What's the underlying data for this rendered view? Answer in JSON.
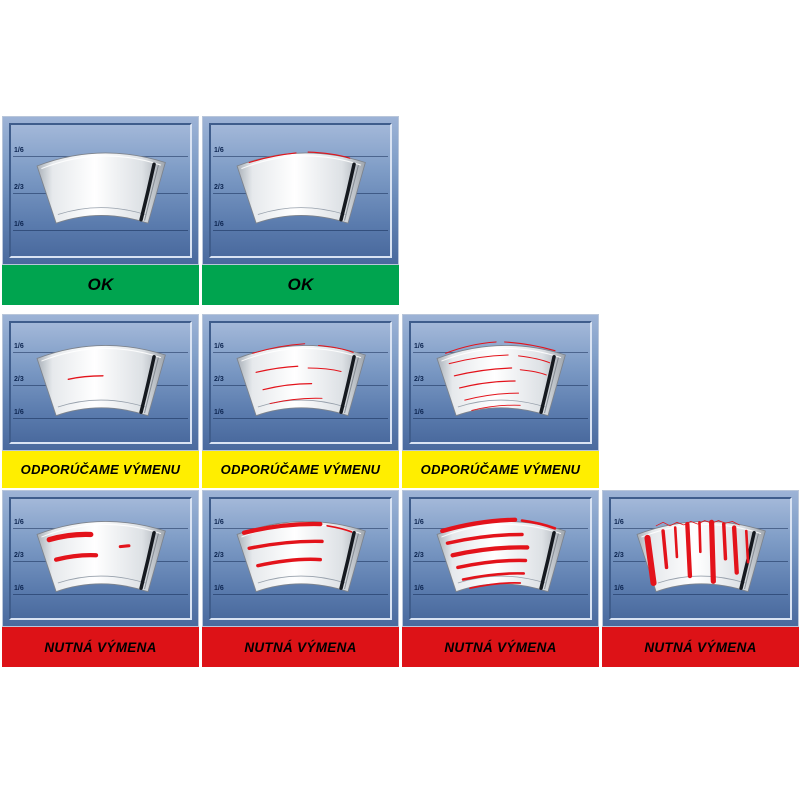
{
  "diagram": {
    "subject": "wiper-blade-wear-assessment-chart"
  },
  "panel_ticks": [
    "1/6",
    "2/3",
    "1/6"
  ],
  "statuses": {
    "ok": {
      "label": "OK",
      "color": "#00a44f"
    },
    "recommend": {
      "label": "ODPORÚČAME VÝMENU",
      "color": "#ffee00"
    },
    "required": {
      "label": "NUTNÁ VÝMENA",
      "color": "#dd1217"
    }
  },
  "colors": {
    "panel_blue_top": "#9db3d6",
    "panel_blue_bottom": "#4a6a9e",
    "wear_mark_red": "#e3131b",
    "wiper_blade_black": "#15191f",
    "sweep_silver": "#ffffff"
  },
  "cells": [
    {
      "position": "row1-col1",
      "status": "ok",
      "wear_level": "clean"
    },
    {
      "position": "row1-col2",
      "status": "ok",
      "wear_level": "faint streaks"
    },
    {
      "position": "row2-col1",
      "status": "recommend",
      "wear_level": "single streak"
    },
    {
      "position": "row2-col2",
      "status": "recommend",
      "wear_level": "several streaks"
    },
    {
      "position": "row2-col3",
      "status": "recommend",
      "wear_level": "many streaks"
    },
    {
      "position": "row3-col1",
      "status": "required",
      "wear_level": "heavy smears"
    },
    {
      "position": "row3-col2",
      "status": "required",
      "wear_level": "heavy streaks"
    },
    {
      "position": "row3-col3",
      "status": "required",
      "wear_level": "dense heavy streaks"
    },
    {
      "position": "row3-col4",
      "status": "required",
      "wear_level": "vertical water runs"
    }
  ]
}
